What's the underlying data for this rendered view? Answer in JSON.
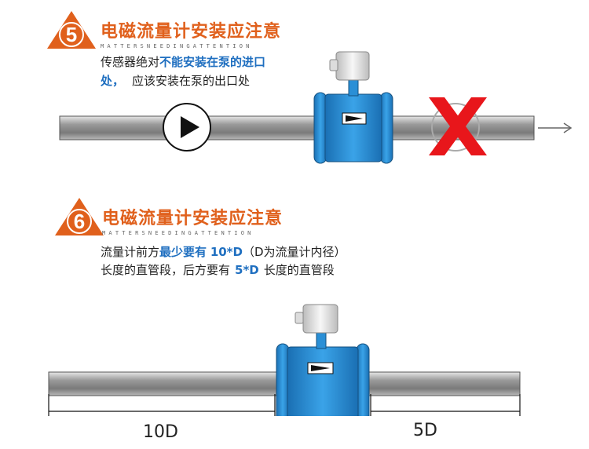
{
  "section5": {
    "number": "5",
    "title": "电磁流量计安装应注意",
    "subtitle": "MATTERSNEEDINGATTENTION",
    "note_line1_pre": "传感器绝对",
    "note_line1_em": "不能安装在泵的进口",
    "note_line2_em": "处，",
    "note_line2_post": "应该安装在泵的出口处"
  },
  "section6": {
    "number": "6",
    "title": "电磁流量计安装应注意",
    "subtitle": "MATTERSNEEDINGATTENTION",
    "note_line1_pre": "流量计前方",
    "note_line1_em": "最少要有",
    "note_line1_em2": "10*D",
    "note_line1_post": "（D为流量计内径）",
    "note_line2_pre": "长度的直管段，后方要有",
    "note_line2_em": "5*D",
    "note_line2_post": "长度的直管段"
  },
  "dimensions": {
    "upstream": "10D",
    "downstream": "5D"
  },
  "colors": {
    "accent_orange": "#e0601c",
    "highlight_blue": "#1f6fc0",
    "meter_blue": "#2a8fd6",
    "wrong_red": "#e8161b"
  },
  "icons": [
    "pump-icon",
    "flow-direction-arrow",
    "wrong-cross-icon",
    "flowmeter-icon"
  ]
}
